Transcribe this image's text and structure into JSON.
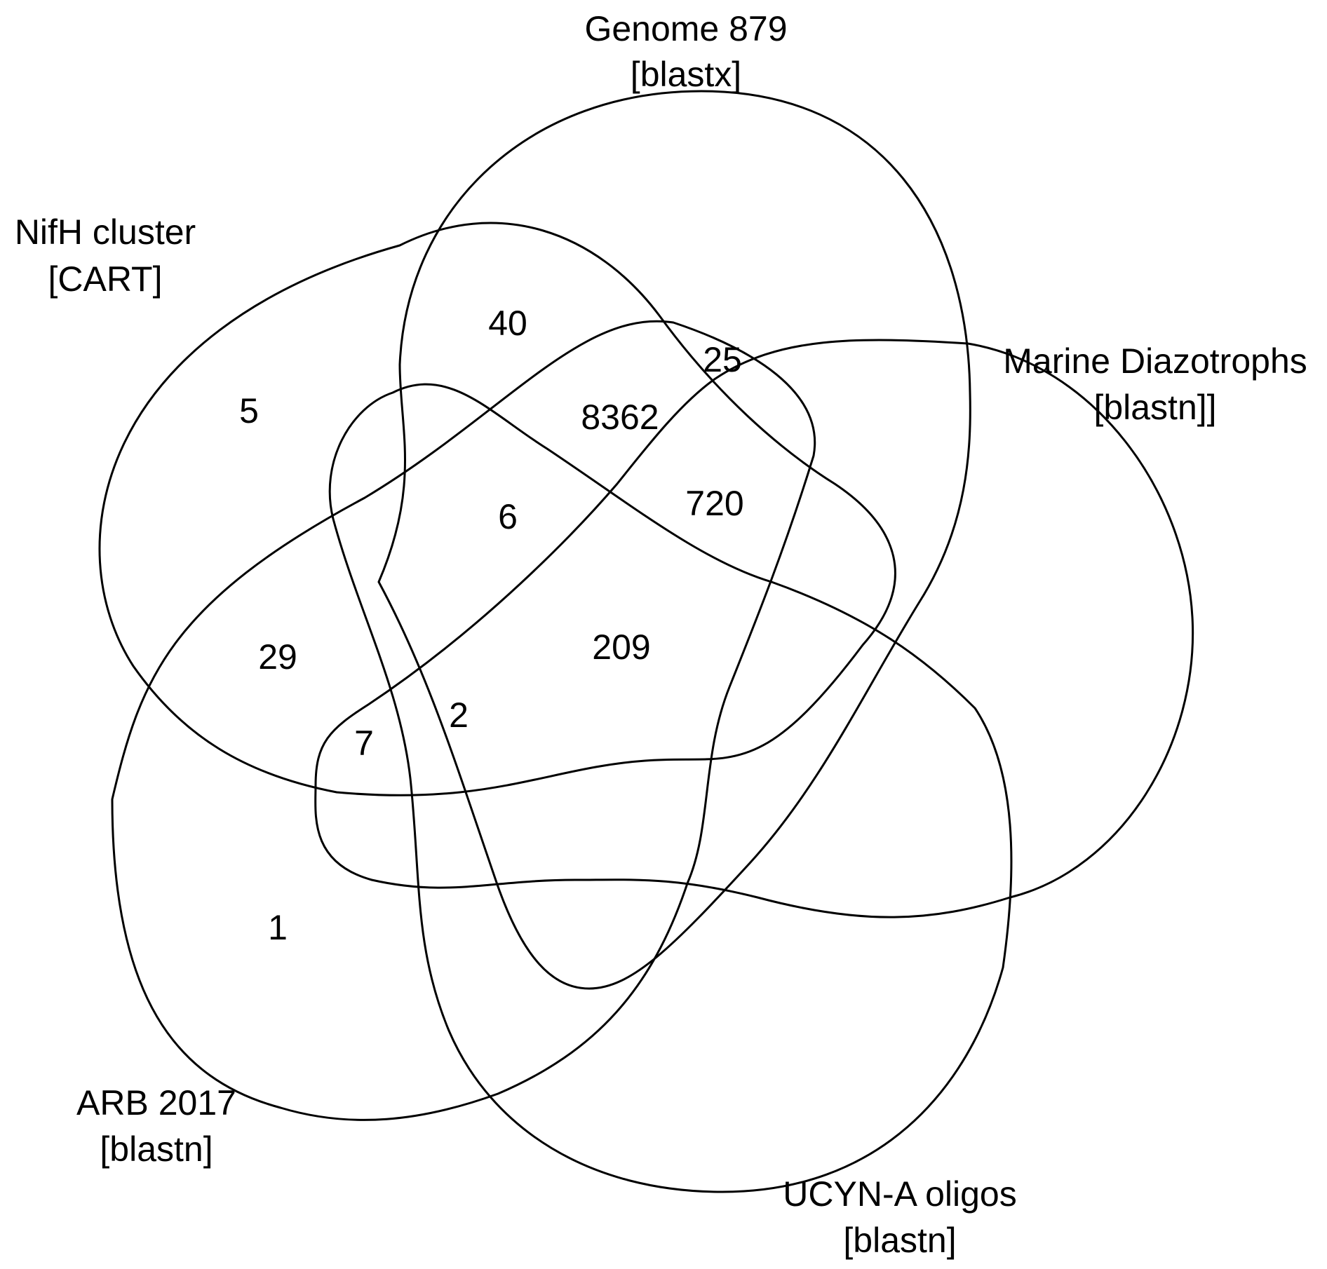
{
  "diagram": {
    "type": "venn-5",
    "sets": [
      {
        "id": "genome",
        "label_line1": "Genome 879",
        "label_line2": "[blastx]"
      },
      {
        "id": "nifh",
        "label_line1": "NifH cluster",
        "label_line2": "[CART]"
      },
      {
        "id": "marine",
        "label_line1": "Marine Diazotrophs",
        "label_line2": "[blastn]]"
      },
      {
        "id": "arb",
        "label_line1": "ARB 2017",
        "label_line2": "[blastn]"
      },
      {
        "id": "ucyna",
        "label_line1": "UCYN-A oligos",
        "label_line2": "[blastn]"
      }
    ],
    "regions": [
      {
        "id": "nifh-only",
        "count": "5"
      },
      {
        "id": "genome-nifh",
        "count": "40"
      },
      {
        "id": "genome-marine",
        "count": "25"
      },
      {
        "id": "genome-nifh-marine",
        "count": "8362"
      },
      {
        "id": "genome-marine-ucyna",
        "count": "720"
      },
      {
        "id": "genome-nifh-arb",
        "count": "6"
      },
      {
        "id": "all-five",
        "count": "209"
      },
      {
        "id": "nifh-arb",
        "count": "29"
      },
      {
        "id": "nifh-arb-ucyna",
        "count": "2"
      },
      {
        "id": "nifh-arb-marine",
        "count": "7"
      },
      {
        "id": "arb-only",
        "count": "1"
      }
    ],
    "stroke_color": "#000000",
    "background_color": "#ffffff"
  }
}
